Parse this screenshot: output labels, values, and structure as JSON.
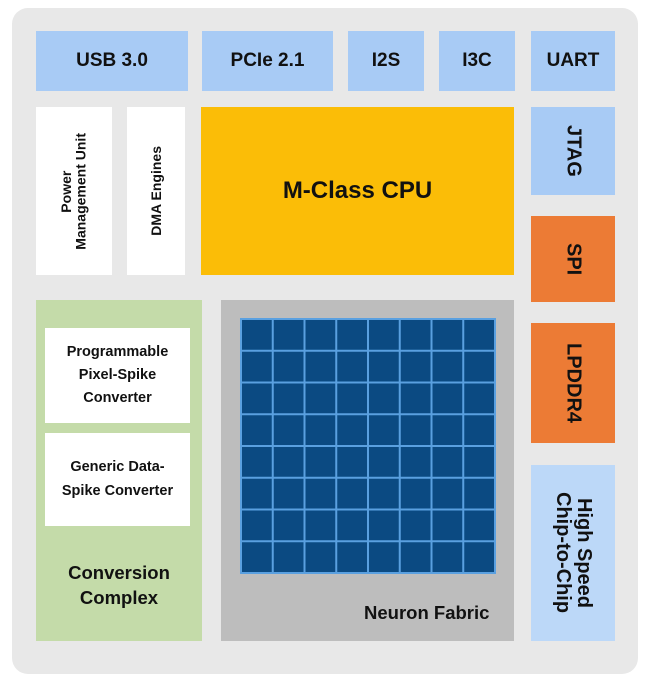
{
  "interfaces_top": [
    {
      "label": "USB 3.0"
    },
    {
      "label": "PCIe 2.1"
    },
    {
      "label": "I2S"
    },
    {
      "label": "I3C"
    },
    {
      "label": "UART"
    }
  ],
  "interfaces_right": [
    {
      "label": "JTAG"
    },
    {
      "label": "SPI"
    },
    {
      "label": "LPDDR4"
    },
    {
      "label": "High Speed\nChip-to-Chip"
    }
  ],
  "left_blocks": [
    {
      "label": "Power\nManagement Unit"
    },
    {
      "label": "DMA Engines"
    }
  ],
  "cpu": {
    "label": "M-Class CPU"
  },
  "conversion": {
    "title": "Conversion\nComplex",
    "units": [
      {
        "label": "Programmable\nPixel-Spike\nConverter"
      },
      {
        "label": "Generic Data-\nSpike Converter"
      }
    ]
  },
  "fabric": {
    "label": "Neuron Fabric",
    "rows": 8,
    "cols": 8
  },
  "colors": {
    "interface_blue": "#a8cbf5",
    "interface_orange": "#ec7b35",
    "cpu_yellow": "#fbbd07",
    "conversion_green": "#c4dba9",
    "fabric_grey": "#bdbdbd",
    "core_cell": "#0b4a82",
    "core_grid_line": "#5aa0e0"
  }
}
